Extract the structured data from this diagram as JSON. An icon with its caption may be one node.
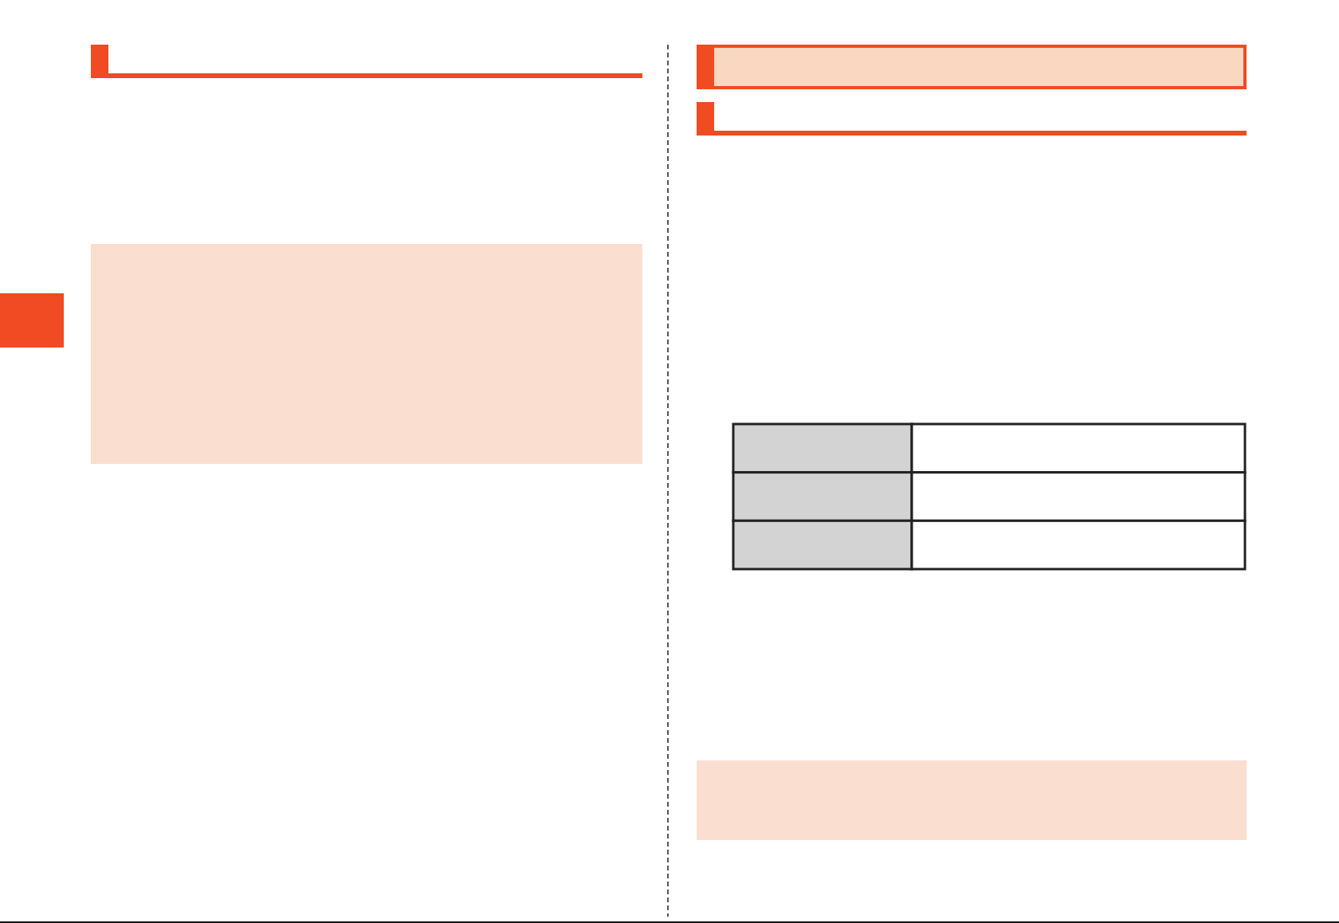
{
  "diagram": {
    "nodes": [
      {
        "text": [],
        "shape": "bar"
      },
      {
        "text": [],
        "shape": "box"
      },
      {
        "text": [],
        "shape": "box"
      },
      {
        "text": [],
        "shape": "bar"
      },
      {
        "text": [],
        "shape": "bar"
      },
      {
        "text": [],
        "shape": "box"
      },
      {
        "text": [],
        "shape": "box"
      }
    ]
  }
}
